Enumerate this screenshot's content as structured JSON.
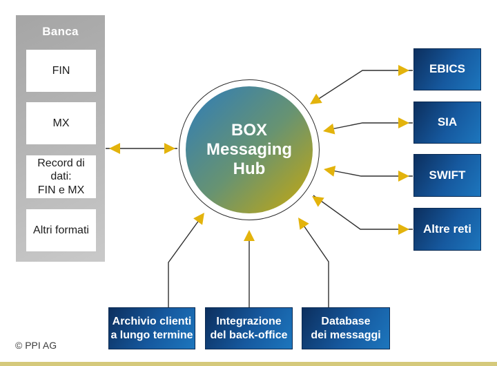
{
  "diagram": {
    "bank_panel": {
      "title": "Banca",
      "items": [
        "FIN",
        "MX",
        "Record di dati:\nFIN e MX",
        "Altri formati"
      ]
    },
    "hub": {
      "label": "BOX\nMessaging\nHub"
    },
    "networks": [
      "EBICS",
      "SIA",
      "SWIFT",
      "Altre reti"
    ],
    "bottom_systems": [
      "Archivio clienti\na lungo termine",
      "Integrazione\ndel back-office",
      "Database\ndei messaggi"
    ],
    "copyright": "© PPI AG",
    "colors": {
      "arrow_gold": "#e3b30c",
      "line": "#2f2f2f",
      "network_box_dark": "#0c2f5e",
      "network_box_light": "#1d76bd",
      "hub_blue": "#2e7cba",
      "hub_gold": "#c9a90a",
      "panel_gray": "#b4b4b4",
      "footer_bar": "#d5c97b"
    }
  }
}
